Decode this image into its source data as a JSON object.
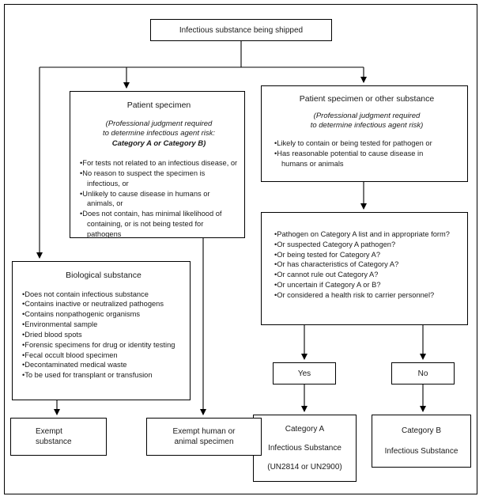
{
  "root": {
    "label": "Infectious substance being shipped"
  },
  "patient_specimen": {
    "title": "Patient specimen",
    "note_line1": "(Professional judgment required",
    "note_line2": "to determine infectious agent risk:",
    "note_bold": "Category A   or   Category B)",
    "bullets": [
      "For tests not related to an infectious disease, or",
      "No reason to suspect the specimen is infectious, or",
      "Unlikely to cause disease in humans or animals, or",
      "Does not contain, has minimal likelihood of containing, or is not being tested for pathogens"
    ]
  },
  "other_substance": {
    "title": "Patient specimen or other substance",
    "note_line1": "(Professional judgment required",
    "note_line2": "to determine infectious agent risk)",
    "bullets": [
      "Likely to contain or being tested for pathogen or",
      "Has reasonable potential to cause disease in humans or animals"
    ]
  },
  "category_questions": {
    "bullets": [
      "Pathogen on Category A list and in appropriate form?",
      "Or suspected Category A pathogen?",
      "Or being tested for Category A?",
      "Or has characteristics of Category A?",
      "Or cannot rule out Category A?",
      "Or uncertain if Category A or B?",
      "Or considered a health risk to carrier personnel?"
    ]
  },
  "biological": {
    "title": "Biological substance",
    "bullets": [
      "Does not contain infectious substance",
      "Contains inactive or neutralized pathogens",
      "Contains nonpathogenic organisms",
      "Environmental sample",
      "Dried blood spots",
      "Forensic specimens for drug or identity testing",
      "Fecal occult blood specimen",
      "Decontaminated medical waste",
      "To be used for transplant or transfusion"
    ]
  },
  "decisions": {
    "yes": "Yes",
    "no": "No"
  },
  "outcomes": {
    "exempt_substance_line1": "Exempt",
    "exempt_substance_line2": "substance",
    "exempt_specimen_line1": "Exempt human or",
    "exempt_specimen_line2": "animal specimen",
    "category_a_line1": "Category A",
    "category_a_line2": "Infectious Substance",
    "category_a_line3": "(UN2814  or  UN2900)",
    "category_b_line1": "Category B",
    "category_b_line2": "Infectious Substance"
  },
  "colors": {
    "line": "#000000",
    "border": "#000000",
    "background": "#ffffff"
  }
}
